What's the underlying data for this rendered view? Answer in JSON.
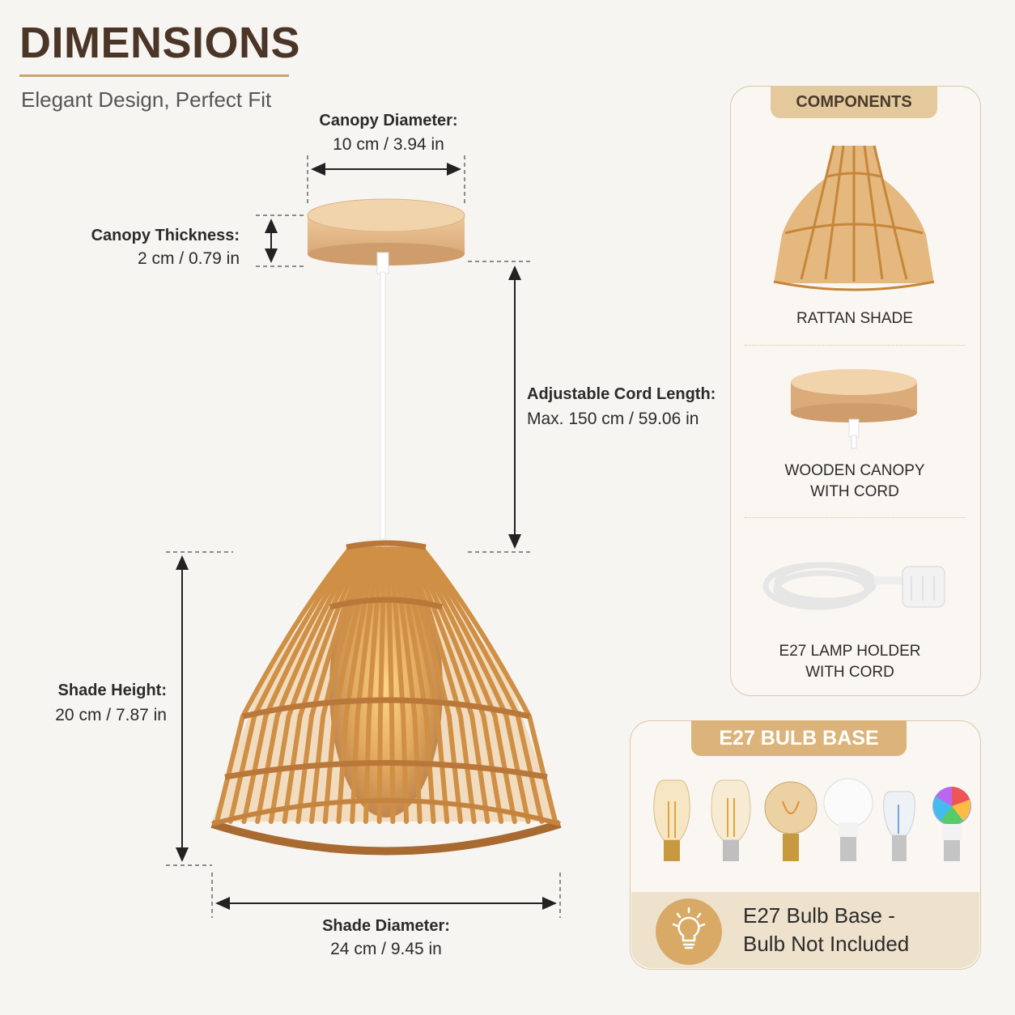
{
  "header": {
    "title": "DIMENSIONS",
    "subtitle": "Elegant Design, Perfect Fit"
  },
  "dimensions": {
    "canopy_diameter": {
      "label": "Canopy Diameter:",
      "value": "10 cm / 3.94 in"
    },
    "canopy_thickness": {
      "label": "Canopy Thickness:",
      "value": "2 cm / 0.79 in"
    },
    "cord_length": {
      "label": "Adjustable Cord Length:",
      "value": "Max. 150 cm / 59.06 in"
    },
    "shade_height": {
      "label": "Shade Height:",
      "value": "20 cm / 7.87 in"
    },
    "shade_diameter": {
      "label": "Shade Diameter:",
      "value": "24 cm / 9.45 in"
    }
  },
  "components": {
    "title": "COMPONENTS",
    "items": [
      {
        "label_line1": "RATTAN SHADE",
        "label_line2": ""
      },
      {
        "label_line1": "WOODEN CANOPY",
        "label_line2": "WITH CORD"
      },
      {
        "label_line1": "E27 LAMP HOLDER",
        "label_line2": "WITH CORD"
      }
    ]
  },
  "bulb_base": {
    "title": "E27 BULB BASE",
    "note_line1": "E27 Bulb Base -",
    "note_line2": "Bulb Not Included",
    "bulb_types": [
      "edison-st64-icon",
      "edison-st58-icon",
      "edison-g80-icon",
      "frosted-a19-icon",
      "clear-led-icon",
      "rgb-smart-icon"
    ]
  },
  "colors": {
    "rattan": "#d49a52",
    "wood": "#e2b98a",
    "accent_tab": "#e3c99b",
    "title_brown": "#4a3527"
  }
}
